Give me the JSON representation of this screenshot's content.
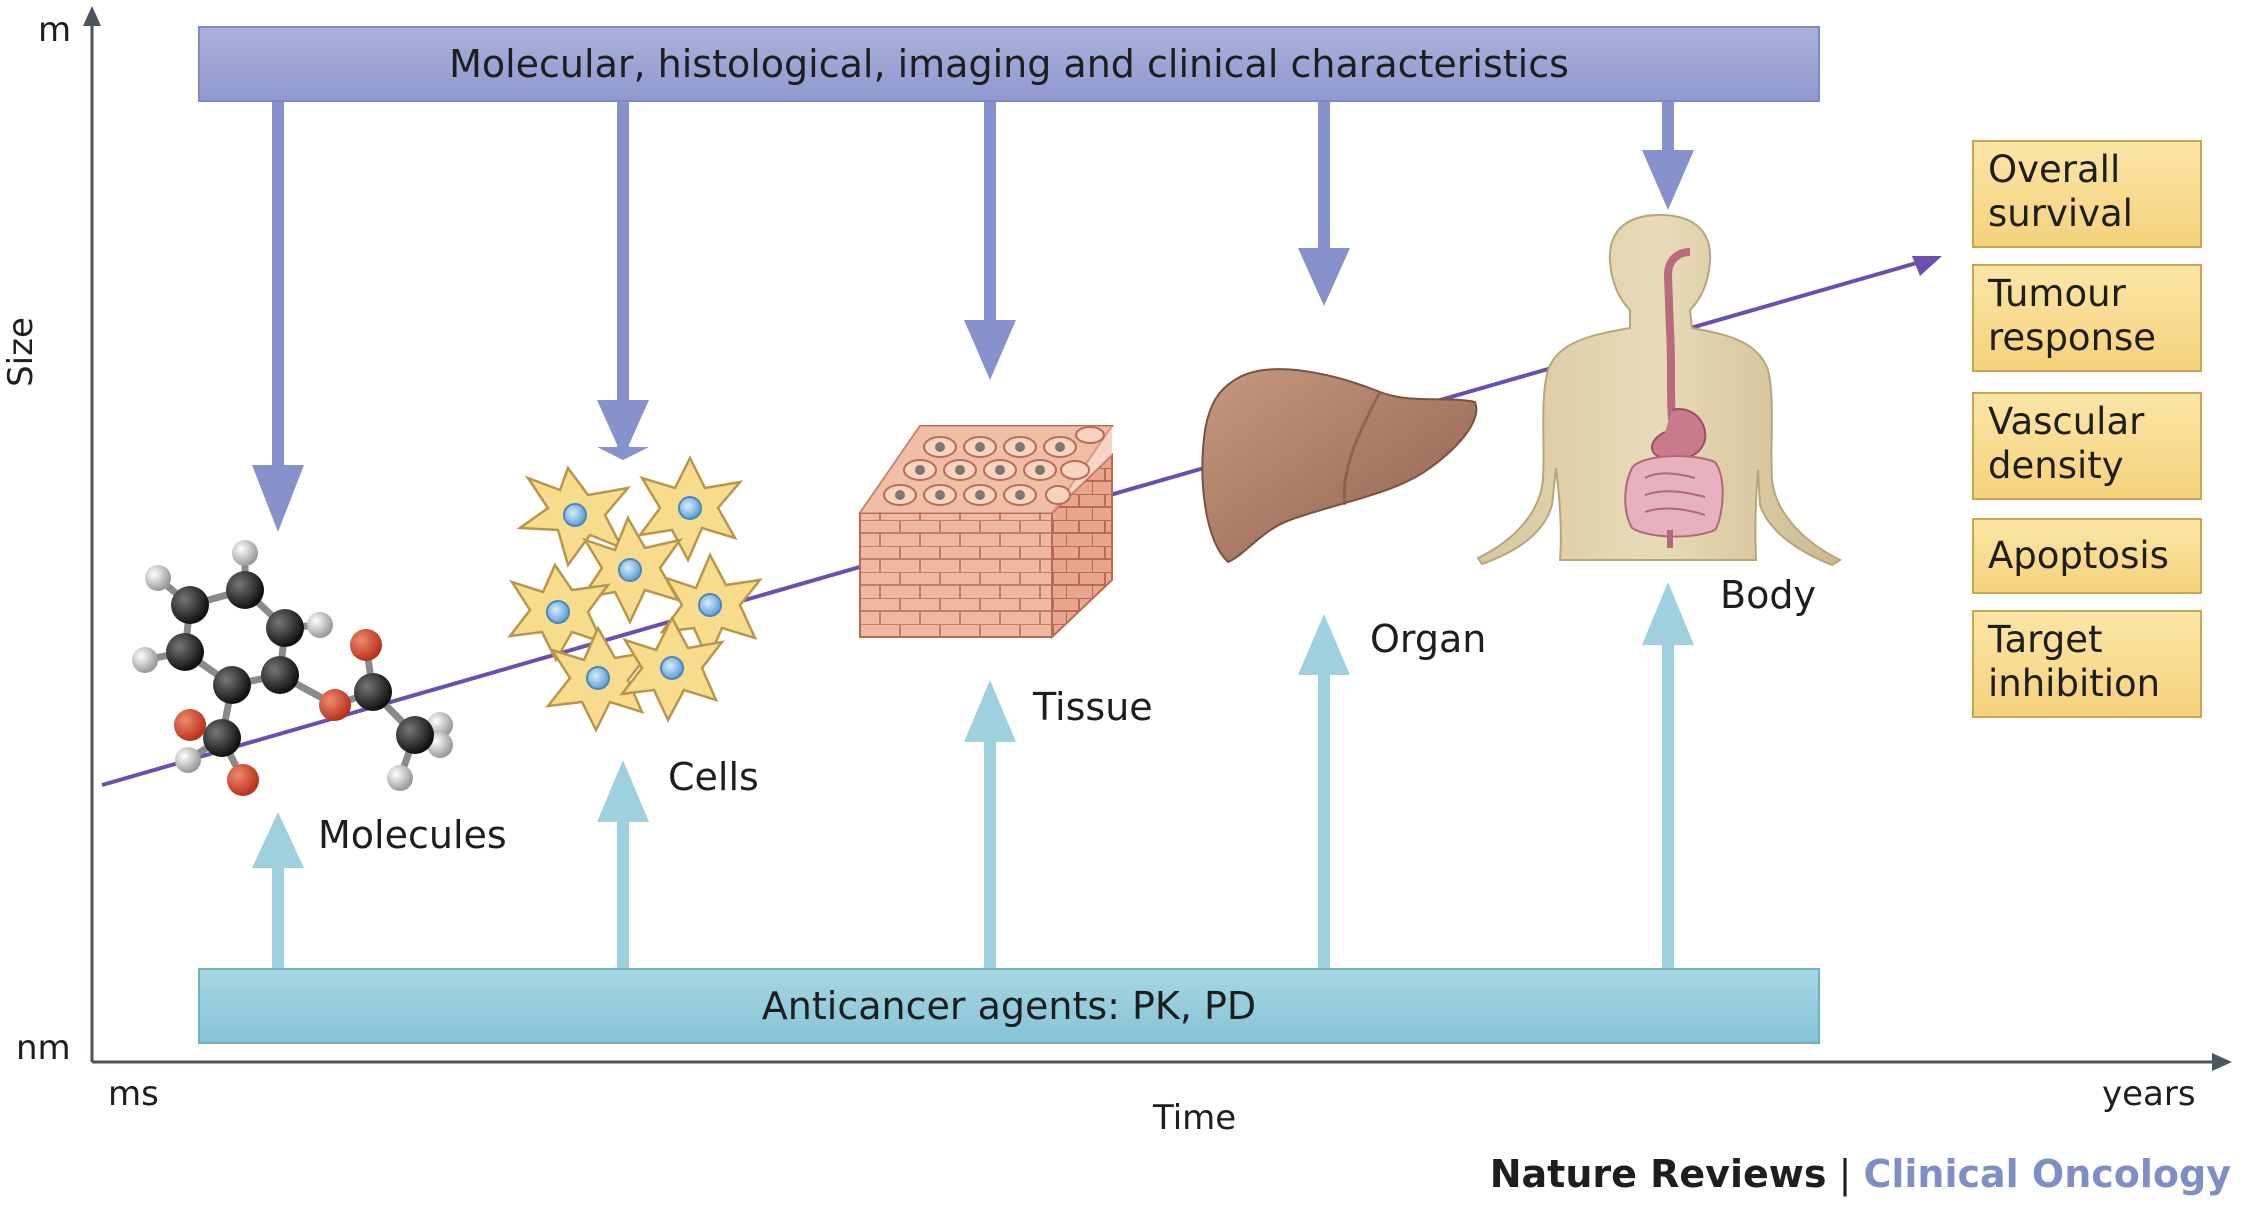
{
  "axes": {
    "y_top": "m",
    "y_bottom": "nm",
    "y_title": "Size",
    "x_left": "ms",
    "x_right": "years",
    "x_title": "Time"
  },
  "bands": {
    "top": "Molecular, histological, imaging and clinical characteristics",
    "bottom": "Anticancer agents: PK, PD"
  },
  "scales": [
    {
      "label": "Molecules",
      "icon": "molecule-icon"
    },
    {
      "label": "Cells",
      "icon": "cells-icon"
    },
    {
      "label": "Tissue",
      "icon": "tissue-block-icon"
    },
    {
      "label": "Organ",
      "icon": "liver-icon"
    },
    {
      "label": "Body",
      "icon": "human-body-icon"
    }
  ],
  "outcomes": [
    "Overall\nsurvival",
    "Tumour\nresponse",
    "Vascular\ndensity",
    "Apoptosis",
    "Target\ninhibition"
  ],
  "footer": {
    "journal": "Nature Reviews",
    "separator": "|",
    "section": "Clinical Oncology"
  },
  "colors": {
    "top_arrow": "#8791cb",
    "bottom_arrow": "#9fd0de",
    "trend_line": "#6a4fb0",
    "outcome_box": "#f6d98a",
    "axis": "#4a5560"
  }
}
